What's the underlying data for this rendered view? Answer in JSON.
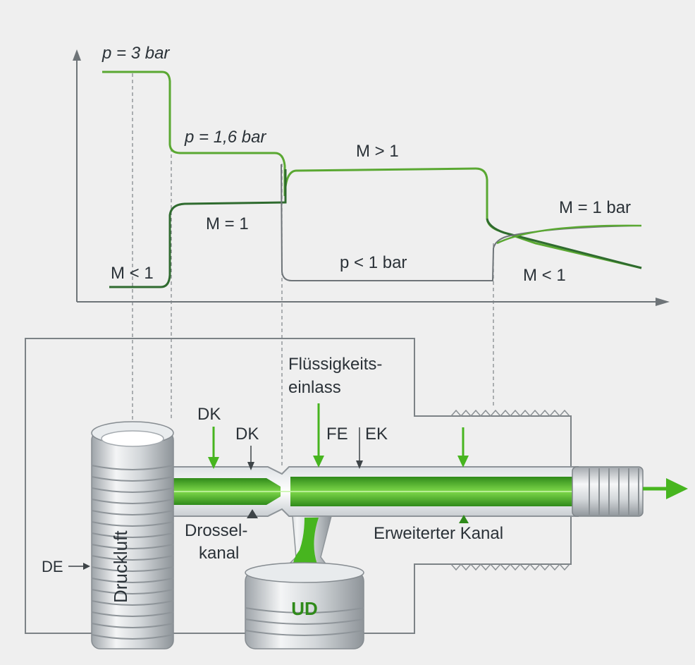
{
  "colors": {
    "background": "#efefef",
    "pressure_curve": "#5aa832",
    "mach_curve": "#2f6b2f",
    "graph_line": "#6e7478",
    "fluid": "#47b51f",
    "fluid_dark": "#2f8a1a",
    "metal": "#c9ced2"
  },
  "graph": {
    "labels": {
      "p_3bar": "p = 3 bar",
      "p_16bar": "p = 1,6 bar",
      "p_lt1bar": "p < 1 bar",
      "m_lt1_left": "M < 1",
      "m_eq1": "M = 1",
      "m_gt1": "M > 1",
      "m_eq1bar": "M = 1 bar",
      "m_lt1_right": "M < 1"
    }
  },
  "device": {
    "labels": {
      "fluessigkeitseinlass_line1": "Flüssigkeits-",
      "fluessigkeitseinlass_line2": "einlass",
      "dk_upper": "DK",
      "dk_lower": "DK",
      "fe": "FE",
      "ek": "EK",
      "drosselkanal_line1": "Drossel-",
      "drosselkanal_line2": "kanal",
      "erweiterter_kanal": "Erweiterter Kanal",
      "de": "DE",
      "druckluft": "Druckluft",
      "ud": "UD"
    }
  }
}
